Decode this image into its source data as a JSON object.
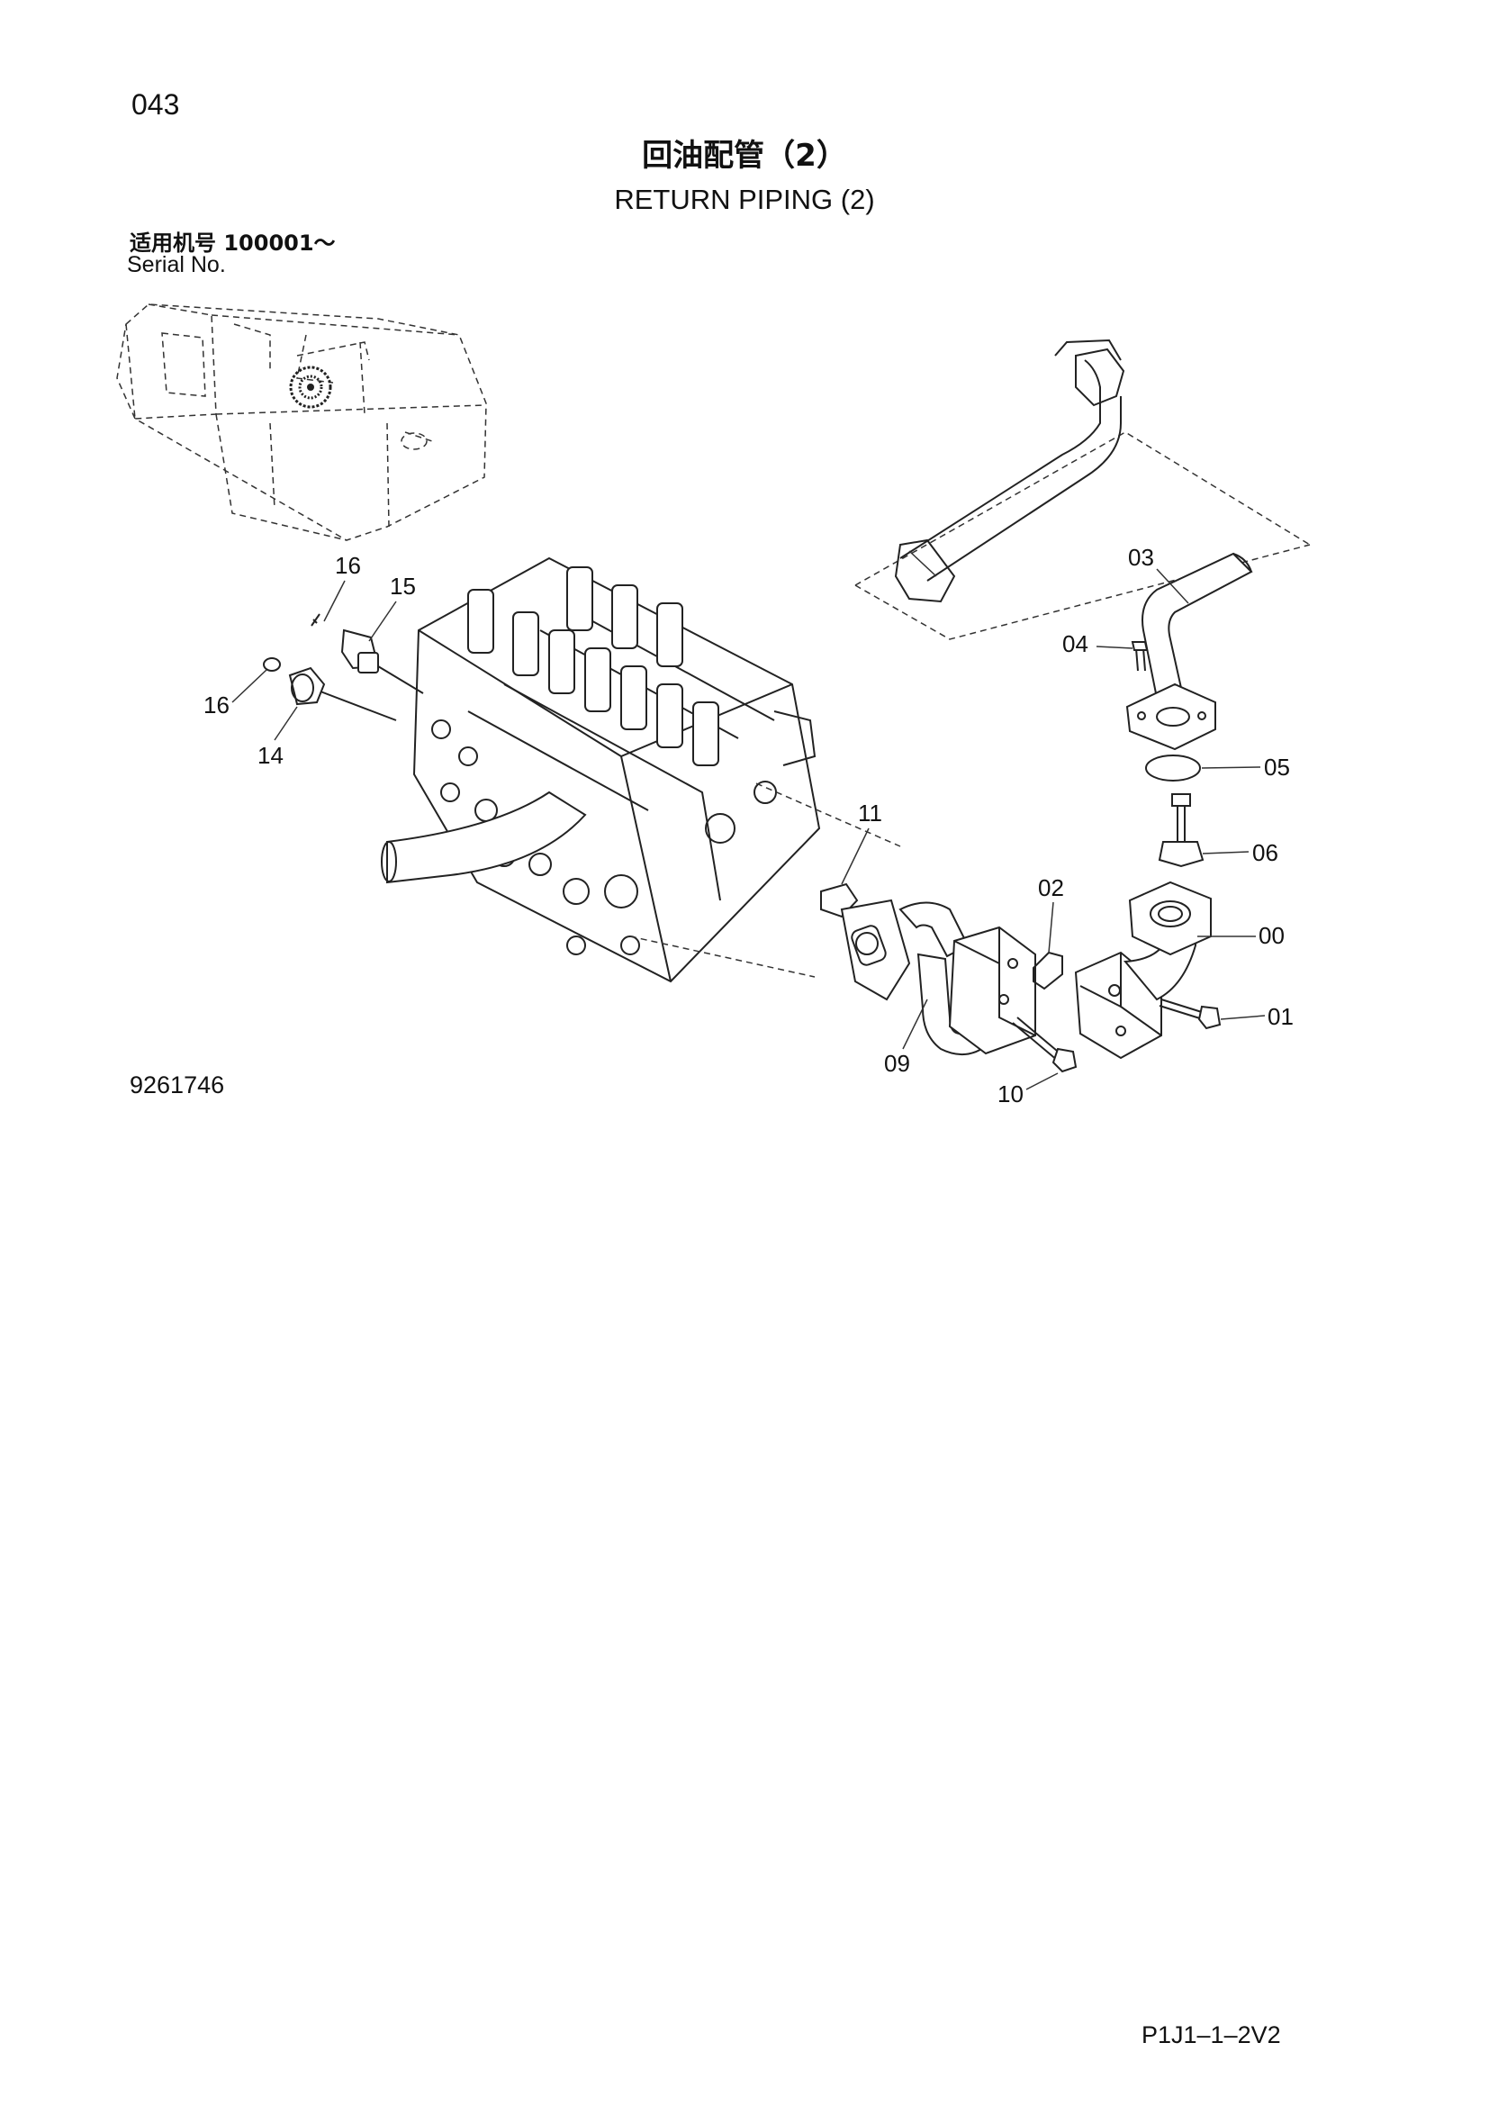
{
  "header": {
    "page_number": "043",
    "title_cn": "回油配管（2）",
    "title_en": "RETURN PIPING (2)",
    "serial_cn": "适用机号  100001～",
    "serial_en": "Serial No."
  },
  "footer": {
    "drawing_number": "9261746",
    "page_code": "P1J1–1–2V2"
  },
  "part_labels": [
    "16",
    "15",
    "16",
    "14",
    "03",
    "04",
    "05",
    "06",
    "11",
    "02",
    "00",
    "01",
    "09",
    "10"
  ]
}
